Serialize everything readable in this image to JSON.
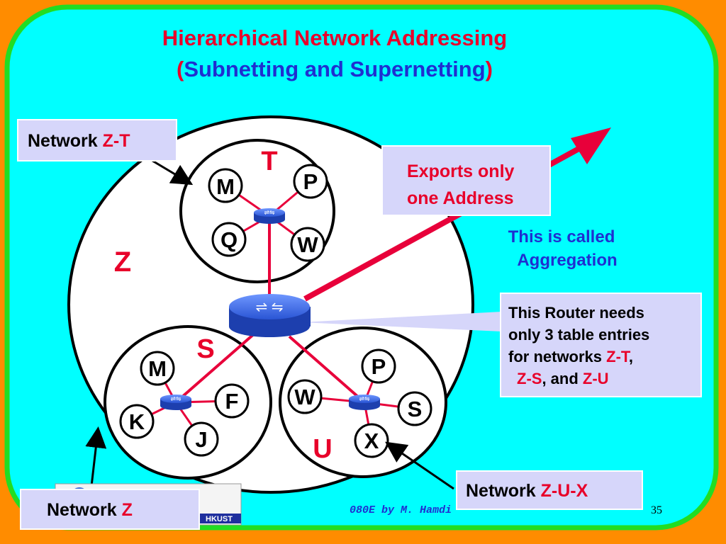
{
  "title": {
    "line1": "Hierarchical Network Addressing",
    "line2_open": "(",
    "line2_text": "Subnetting and Supernetting",
    "line2_close": ")"
  },
  "networks": {
    "outer_label": "Z",
    "T": {
      "label": "T",
      "hosts": [
        "M",
        "P",
        "Q",
        "W"
      ]
    },
    "S": {
      "label": "S",
      "hosts": [
        "M",
        "F",
        "K",
        "J"
      ]
    },
    "U": {
      "label": "U",
      "hosts": [
        "P",
        "W",
        "S",
        "X"
      ]
    }
  },
  "callouts": {
    "zt": {
      "prefix": "Network ",
      "name": "Z-T"
    },
    "z": {
      "prefix": "Network ",
      "name": "Z"
    },
    "zux": {
      "prefix": "Network ",
      "name": "Z-U-X"
    },
    "exports": {
      "line1": "Exports only",
      "line2": "one Address"
    },
    "aggregation": {
      "line1": "This is called",
      "line2": "Aggregation"
    },
    "router": {
      "line1": "This Router needs",
      "line2": "only 3 table entries",
      "line3_prefix": "for networks ",
      "e1": "Z-T",
      "comma": ",",
      "e2": "Z-S",
      "and": ", and ",
      "e3": "Z-U"
    }
  },
  "footer": {
    "credit": "080E by M. Hamdi",
    "page": "35",
    "logo_text": "HKUST"
  },
  "colors": {
    "background": "#ff8c00",
    "panel": "#00ffff",
    "panel_border": "#22dd22",
    "title_red": "#e8002a",
    "title_blue": "#1f2fd0",
    "link": "#e8003a",
    "router": "#2a55d4"
  }
}
